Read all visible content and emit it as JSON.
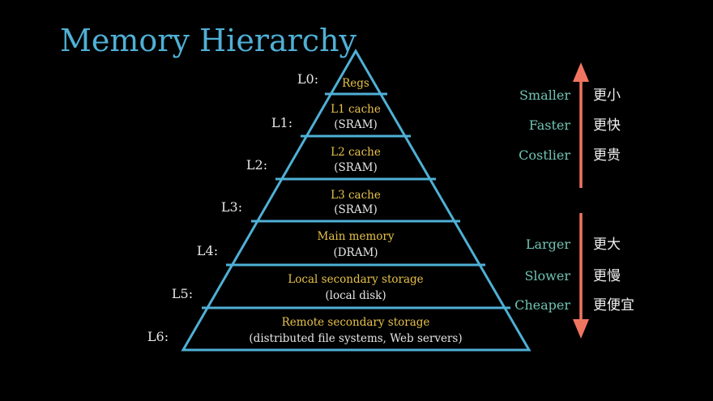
{
  "title": "Memory Hierarchy",
  "levels": [
    {
      "label": "L0:",
      "name": "Regs",
      "detail": ""
    },
    {
      "label": "L1:",
      "name": "L1 cache",
      "detail": "(SRAM)"
    },
    {
      "label": "L2:",
      "name": "L2 cache",
      "detail": "(SRAM)"
    },
    {
      "label": "L3:",
      "name": "L3 cache",
      "detail": "(SRAM)"
    },
    {
      "label": "L4:",
      "name": "Main memory",
      "detail": "(DRAM)"
    },
    {
      "label": "L5:",
      "name": "Local secondary storage",
      "detail": "(local disk)"
    },
    {
      "label": "L6:",
      "name": "Remote secondary storage",
      "detail": "(distributed file systems, Web servers)"
    }
  ],
  "top_side": {
    "direction": "up",
    "items": [
      {
        "en": "Smaller",
        "zh": "更小"
      },
      {
        "en": "Faster",
        "zh": "更快"
      },
      {
        "en": "Costlier",
        "zh": "更贵"
      }
    ]
  },
  "bottom_side": {
    "direction": "down",
    "items": [
      {
        "en": "Larger",
        "zh": "更大"
      },
      {
        "en": "Slower",
        "zh": "更慢"
      },
      {
        "en": "Cheaper",
        "zh": "更便宜"
      }
    ]
  },
  "colors": {
    "background": "#000000",
    "title": "#4fb0d6",
    "pyramid_stroke": "#4fb0d6",
    "level_name": "#e8c24a",
    "level_detail": "#e6e6e6",
    "side_english": "#6fc3b3",
    "arrow": "#f07560"
  }
}
